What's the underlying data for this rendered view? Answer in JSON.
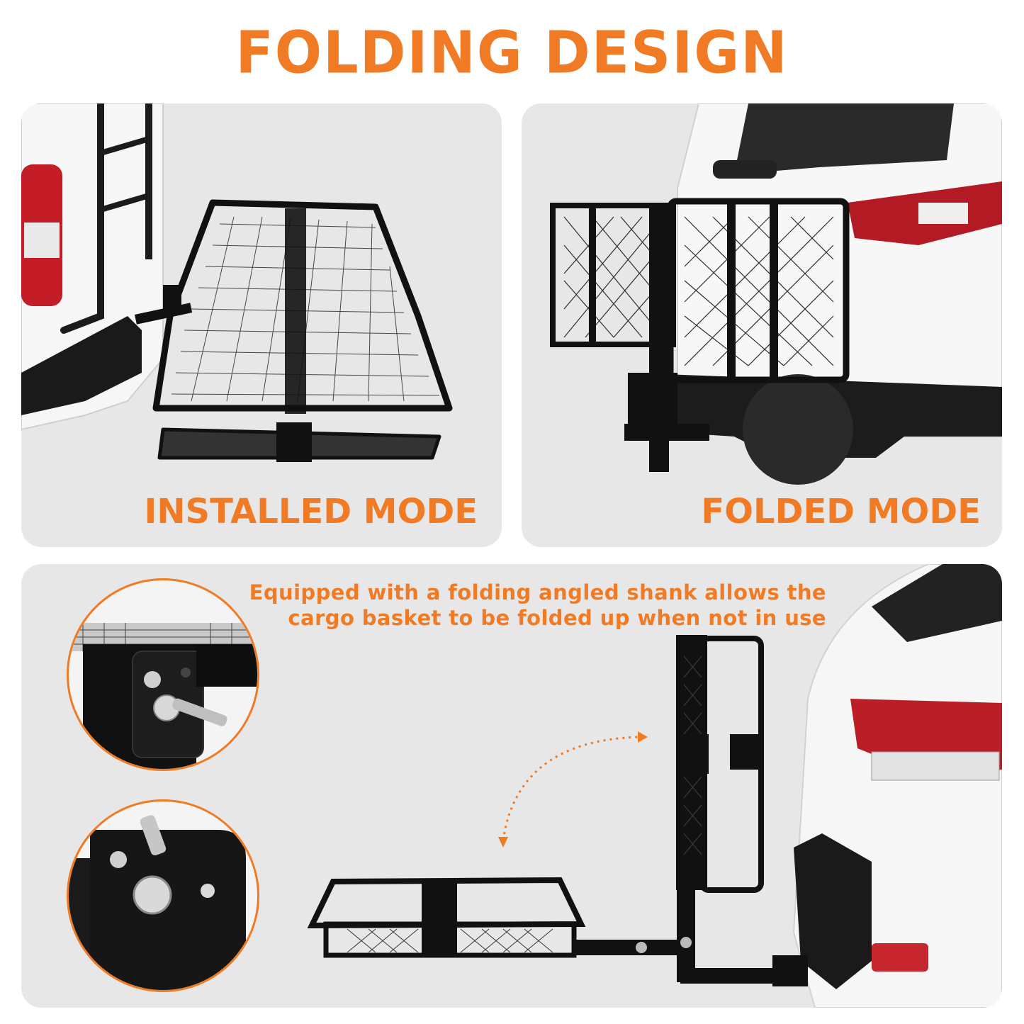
{
  "title": "FOLDING DESIGN",
  "panels": {
    "installed": {
      "label": "INSTALLED MODE"
    },
    "folded": {
      "label": "FOLDED MODE"
    },
    "detail": {
      "caption_line1": "Equipped with a folding angled shank allows the",
      "caption_line2": "cargo basket to be folded up when not in use"
    }
  },
  "colors": {
    "accent": "#f07b24",
    "panel_bg": "#e7e7e7",
    "metal": "#151515",
    "car_body": "#f4f4f4",
    "tail_light": "#c0202a"
  },
  "icons": {
    "arrow": "dotted-curved-arrow"
  }
}
